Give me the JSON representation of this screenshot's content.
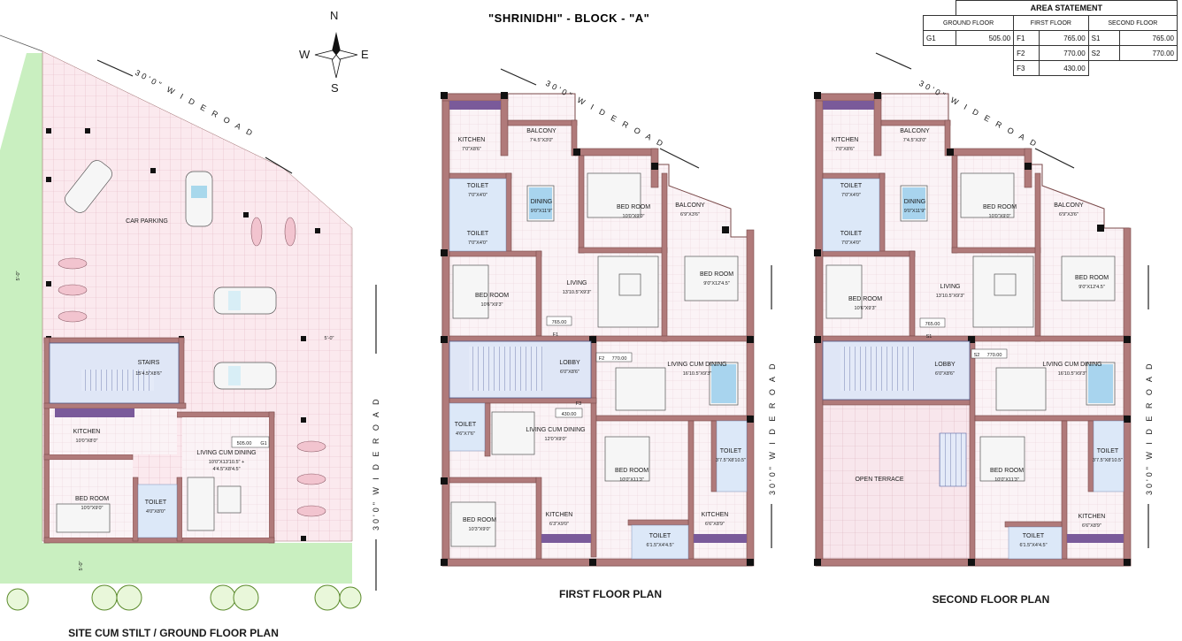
{
  "title": "\"SHRINIDHI\"  - BLOCK - \"A\"",
  "compass": {
    "n": "N",
    "s": "S",
    "e": "E",
    "w": "W"
  },
  "area_statement": {
    "heading": "AREA STATEMENT",
    "col_headers": [
      "GROUND FLOOR",
      "FIRST FLOOR",
      "SECOND FLOOR"
    ],
    "ground": [
      {
        "unit": "G1",
        "area": "505.00"
      }
    ],
    "first": [
      {
        "unit": "F1",
        "area": "765.00"
      },
      {
        "unit": "F2",
        "area": "770.00"
      },
      {
        "unit": "F3",
        "area": "430.00"
      }
    ],
    "second": [
      {
        "unit": "S1",
        "area": "765.00"
      },
      {
        "unit": "S2",
        "area": "770.00"
      }
    ]
  },
  "ground_plan": {
    "caption": "SITE CUM STILT / GROUND FLOOR PLAN",
    "road_label": "30'0\" W I D E   R O A D",
    "side_road_label": "30'0\" W I D E   R O A D",
    "setback_left": "5'-0\"",
    "setback_right": "5'-0\"",
    "setback_bottom": "5'-0\"",
    "car_parking": "CAR PARKING",
    "stairs": {
      "name": "STAIRS",
      "size": "15'4.5\"X8'6\""
    },
    "kitchen": {
      "name": "KITCHEN",
      "size": "10'0\"X8'0\""
    },
    "living": {
      "name": "LIVING CUM DINING",
      "size1": "10'0\"X13'10.5\" +",
      "size2": "4'4.5\"X8'4.5\""
    },
    "bedroom": {
      "name": "BED ROOM",
      "size": "10'0\"X9'0\""
    },
    "toilet": {
      "name": "TOILET",
      "size": "4'0\"X8'0\""
    },
    "unit_tag": {
      "area": "505.00",
      "unit": "G1"
    }
  },
  "first_plan": {
    "caption": "FIRST FLOOR PLAN",
    "road_label": "30'0\" W I D E   R O A D",
    "side_road_label": "30'0\" W I D E   R O A D",
    "kitchen_top": {
      "name": "KITCHEN",
      "size": "7'0\"X8'6\""
    },
    "balcony_top": {
      "name": "BALCONY",
      "size": "7'4.5\"X3'0\""
    },
    "toilet_1": {
      "name": "TOILET",
      "size": "7'0\"X4'0\""
    },
    "toilet_2": {
      "name": "TOILET",
      "size": "7'0\"X4'0\""
    },
    "dining": {
      "name": "DINING",
      "size": "9'0\"X11'9\""
    },
    "bedroom_r1": {
      "name": "BED ROOM",
      "size": "10'0\"X9'0\""
    },
    "balcony_r": {
      "name": "BALCONY",
      "size": "6'9\"X3'6\""
    },
    "bedroom_r2": {
      "name": "BED ROOM",
      "size": "9'0\"X12'4.5\""
    },
    "bedroom_l": {
      "name": "BED ROOM",
      "size": "10'6\"X9'3\""
    },
    "living": {
      "name": "LIVING",
      "size": "13'10.5\"X9'3\""
    },
    "tag_f1": {
      "area": "765.00",
      "unit": "F1"
    },
    "tag_f2": {
      "unit": "F2",
      "area": "770.00"
    },
    "lobby": {
      "name": "LOBBY",
      "size": "6'0\"X8'6\""
    },
    "living_dining_r": {
      "name": "LIVING CUM DINING",
      "size": "16'10.5\"X9'3\""
    },
    "tag_f3": {
      "area": "430.00",
      "unit": "F3"
    },
    "toilet_l": {
      "name": "TOILET",
      "size": "4'6\"X7'6\""
    },
    "living_dining_l": {
      "name": "LIVING CUM DINING",
      "size": "12'0\"X9'0\""
    },
    "toilet_r": {
      "name": "TOILET",
      "size": "3'7.5\"X8'10.5\""
    },
    "bedroom_c": {
      "name": "BED ROOM",
      "size": "10'0\"X11'3\""
    },
    "bedroom_bl": {
      "name": "BED ROOM",
      "size": "10'3\"X9'0\""
    },
    "kitchen_bl": {
      "name": "KITCHEN",
      "size": "6'3\"X9'0\""
    },
    "toilet_b": {
      "name": "TOILET",
      "size": "6'1.5\"X4'4.5\""
    },
    "kitchen_br": {
      "name": "KITCHEN",
      "size": "6'6\"X8'9\""
    }
  },
  "second_plan": {
    "caption": "SECOND FLOOR PLAN",
    "road_label": "30'0\" W I D E   R O A D",
    "side_road_label": "30'0\" W I D E   R O A D",
    "kitchen_top": {
      "name": "KITCHEN",
      "size": "7'0\"X8'6\""
    },
    "balcony_top": {
      "name": "BALCONY",
      "size": "7'4.5\"X3'0\""
    },
    "toilet_1": {
      "name": "TOILET",
      "size": "7'0\"X4'0\""
    },
    "toilet_2": {
      "name": "TOILET",
      "size": "7'0\"X4'0\""
    },
    "dining": {
      "name": "DINING",
      "size": "9'0\"X11'9\""
    },
    "bedroom_r1": {
      "name": "BED ROOM",
      "size": "10'0\"X9'0\""
    },
    "balcony_r": {
      "name": "BALCONY",
      "size": "6'9\"X3'6\""
    },
    "bedroom_r2": {
      "name": "BED ROOM",
      "size": "9'0\"X12'4.5\""
    },
    "bedroom_l": {
      "name": "BED ROOM",
      "size": "10'6\"X9'3\""
    },
    "living": {
      "name": "LIVING",
      "size": "13'10.5\"X9'3\""
    },
    "tag_s1": {
      "area": "765.00",
      "unit": "S1"
    },
    "tag_s2": {
      "unit": "S2",
      "area": "770.00"
    },
    "lobby": {
      "name": "LOBBY",
      "size": "6'0\"X8'6\""
    },
    "living_dining_r": {
      "name": "LIVING CUM DINING",
      "size": "16'10.5\"X9'3\""
    },
    "open_terrace": "OPEN TERRACE",
    "toilet_r": {
      "name": "TOILET",
      "size": "3'7.5\"X8'10.5\""
    },
    "bedroom_c": {
      "name": "BED ROOM",
      "size": "10'0\"X11'3\""
    },
    "toilet_b": {
      "name": "TOILET",
      "size": "6'1.5\"X4'4.5\""
    },
    "kitchen_br": {
      "name": "KITCHEN",
      "size": "6'6\"X8'9\""
    }
  }
}
